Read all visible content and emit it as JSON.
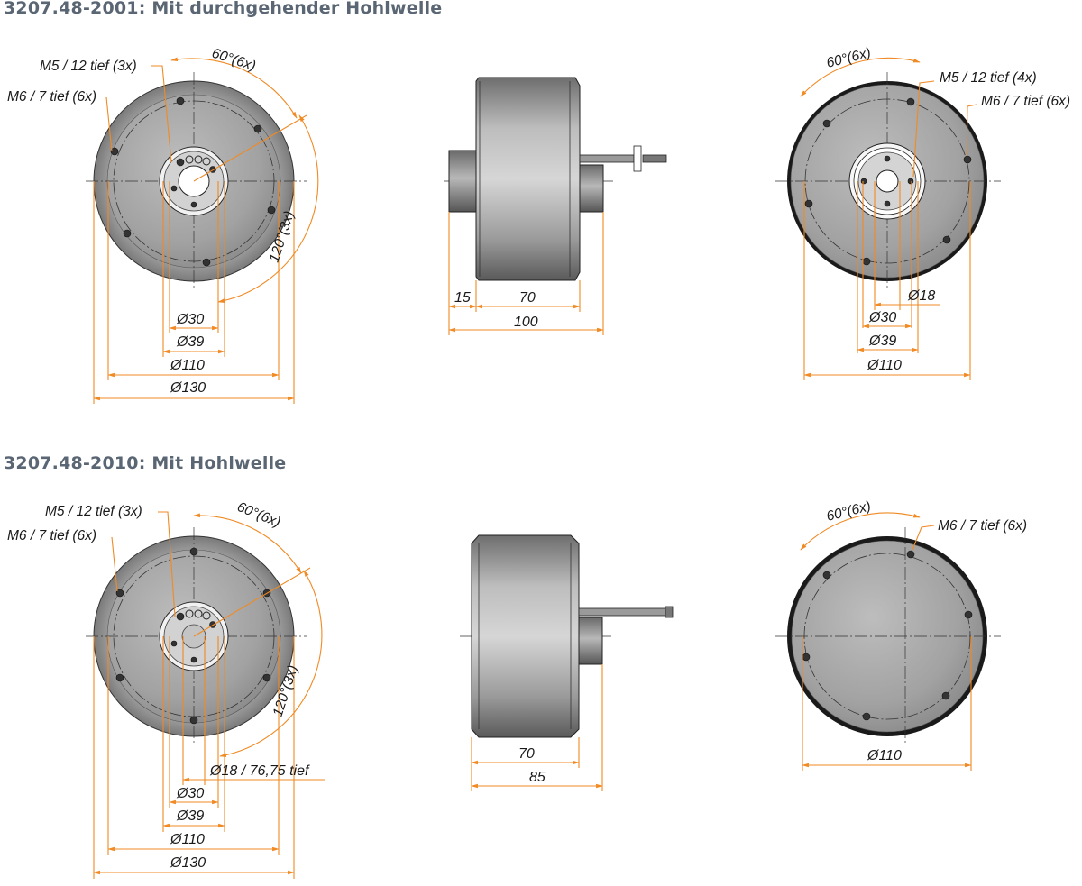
{
  "section1": {
    "title": "3207.48-2001: Mit durchgehender Hohlwelle",
    "front": {
      "angle_top": "60°(6x)",
      "angle_side": "120°(3x)",
      "label_m5": "M5 / 12 tief (3x)",
      "label_m6": "M6 / 7 tief (6x)",
      "dia_30": "Ø30",
      "dia_39": "Ø39",
      "dia_110": "Ø110",
      "dia_130": "Ø130"
    },
    "side": {
      "dim_15": "15",
      "dim_70": "70",
      "dim_100": "100"
    },
    "back": {
      "angle_top": "60°(6x)",
      "label_m5": "M5 / 12 tief (4x)",
      "label_m6": "M6 / 7 tief (6x)",
      "dia_18": "Ø18",
      "dia_30": "Ø30",
      "dia_39": "Ø39",
      "dia_110": "Ø110"
    }
  },
  "section2": {
    "title": "3207.48-2010: Mit Hohlwelle",
    "front": {
      "angle_top": "60°(6x)",
      "angle_side": "120°(3x)",
      "label_m5": "M5 / 12 tief (3x)",
      "label_m6": "M6 / 7 tief (6x)",
      "dia_18": "Ø18 / 76,75 tief",
      "dia_30": "Ø30",
      "dia_39": "Ø39",
      "dia_110": "Ø110",
      "dia_130": "Ø130"
    },
    "side": {
      "dim_70": "70",
      "dim_85": "85"
    },
    "back": {
      "angle_top": "60°(6x)",
      "label_m6": "M6 / 7 tief (6x)",
      "dia_110": "Ø110"
    }
  },
  "colors": {
    "dimension": "#f08a24",
    "title": "#5a6673",
    "body_gray": "#9a9a9a"
  }
}
